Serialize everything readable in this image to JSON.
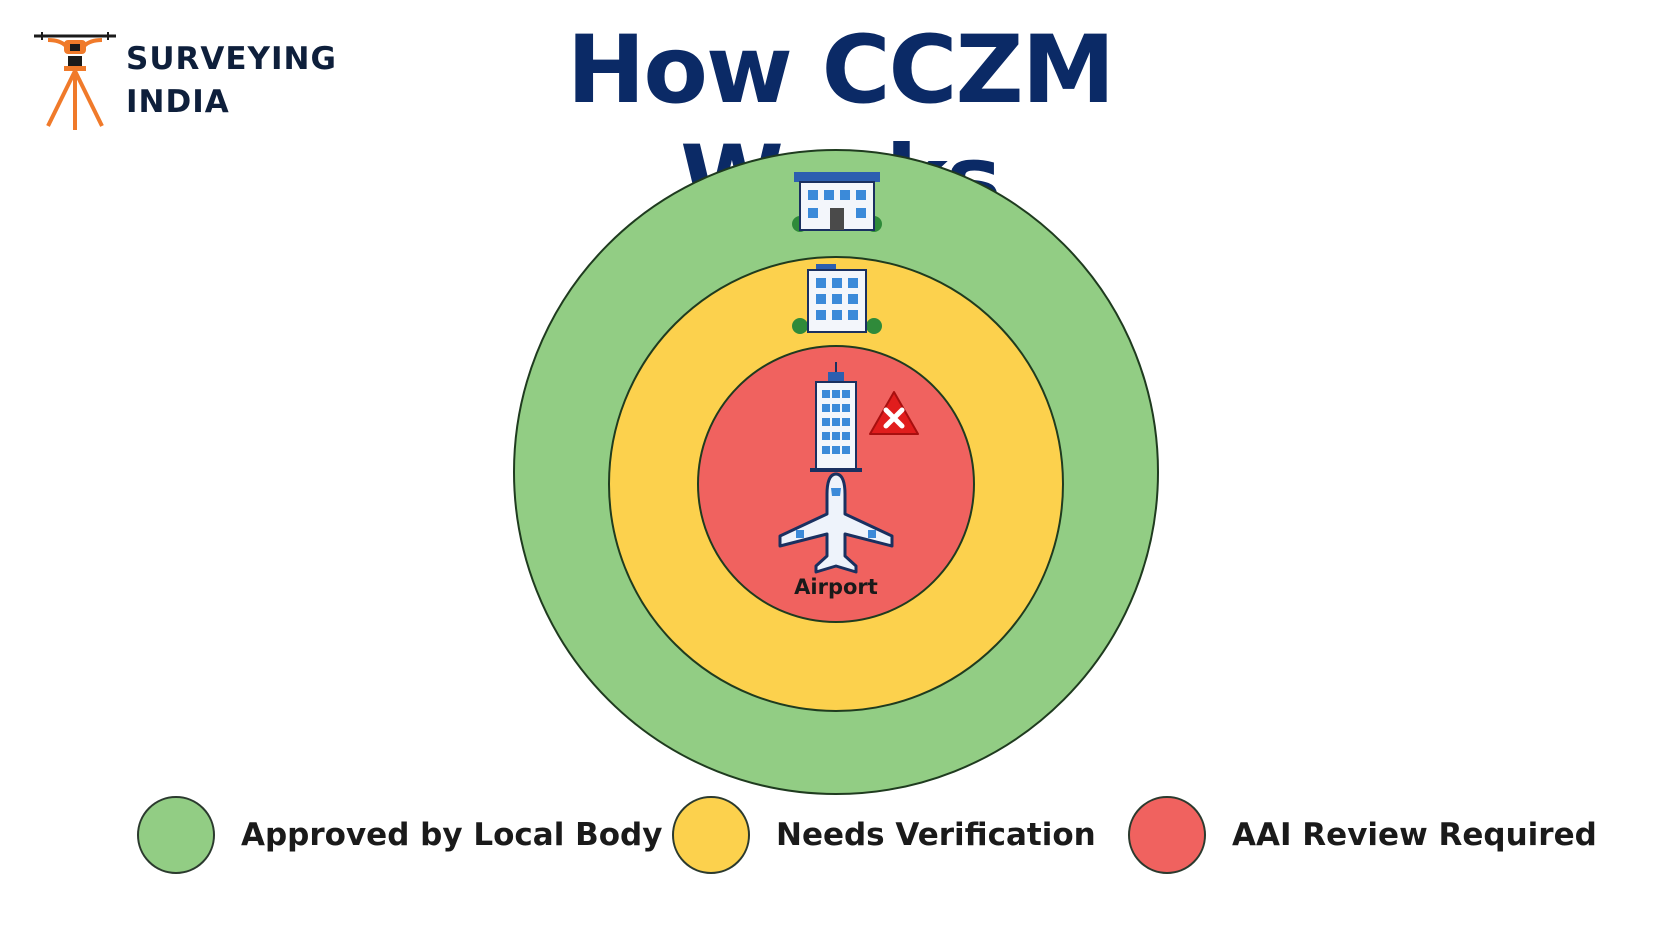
{
  "brand": {
    "line1": "SURVEYING",
    "line2": "INDIA",
    "icon": "drone-tripod-logo-icon"
  },
  "title": "How CCZM Works",
  "zones": {
    "outer": {
      "color": "#92cd84",
      "icon": "low-rise-building-icon"
    },
    "middle": {
      "color": "#fcd14d",
      "icon": "mid-rise-building-icon"
    },
    "inner": {
      "color": "#f0625f",
      "icon": "high-rise-building-icon",
      "alert_icon": "red-x-warning-icon"
    }
  },
  "airport": {
    "icon": "airplane-icon",
    "label": "Airport"
  },
  "legend": [
    {
      "label": "Approved by Local Body",
      "color": "#92cd84"
    },
    {
      "label": "Needs Verification",
      "color": "#fcd14d"
    },
    {
      "label": "AAI Review Required",
      "color": "#f0625f"
    }
  ]
}
